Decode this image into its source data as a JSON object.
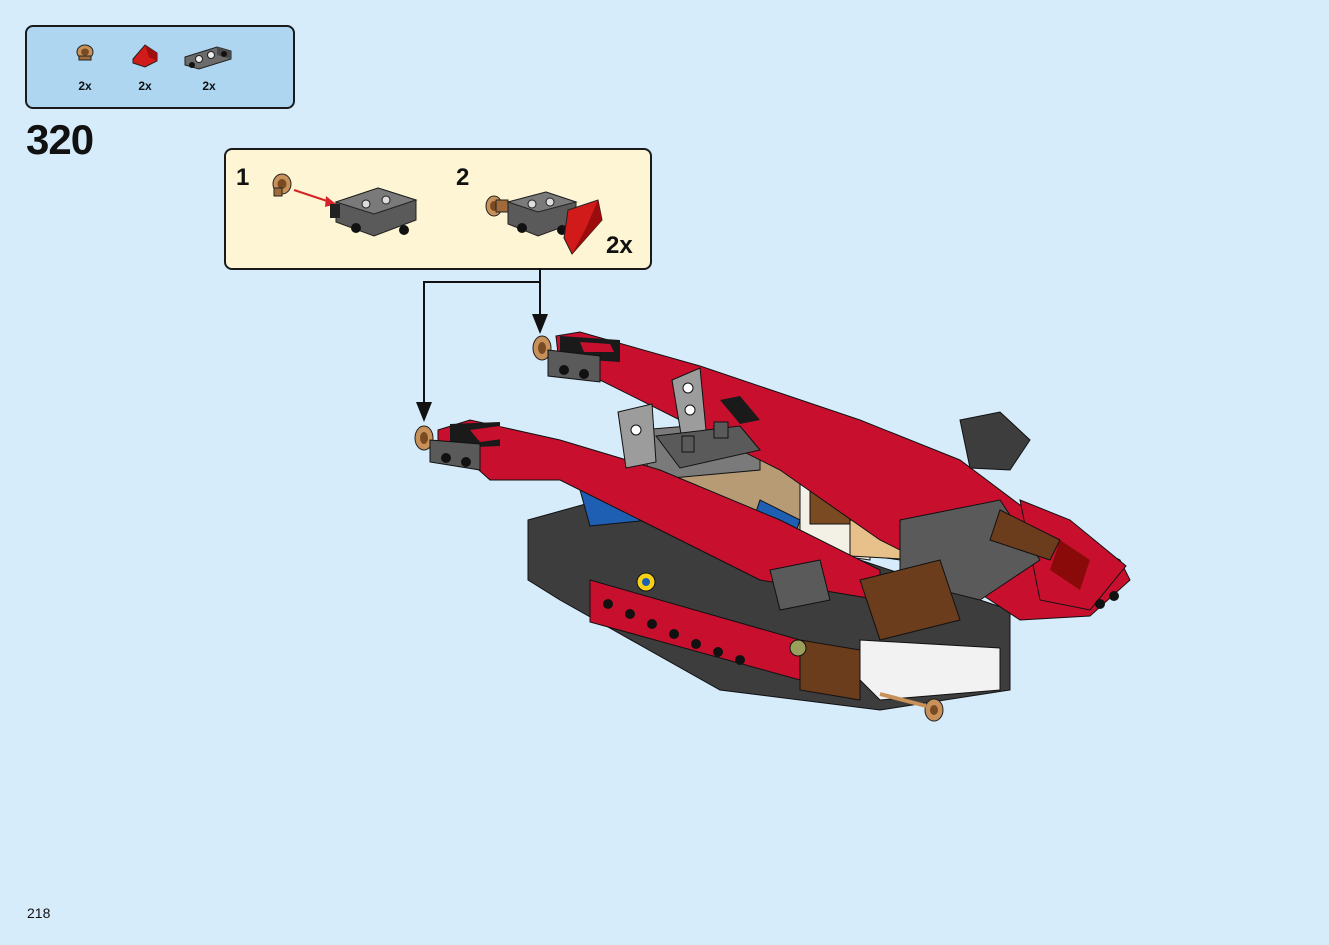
{
  "parts_list": [
    {
      "icon": "bush-part-icon",
      "qty": "2x"
    },
    {
      "icon": "red-slope-part-icon",
      "qty": "2x"
    },
    {
      "icon": "grey-connector-brick-part-icon",
      "qty": "2x"
    }
  ],
  "step": {
    "number": "320"
  },
  "substeps": [
    {
      "label": "1"
    },
    {
      "label": "2"
    }
  ],
  "submodel_multiplier": "2x",
  "page": {
    "number": "218"
  },
  "colors": {
    "background": "#d6ecfb",
    "parts_box": "#aed6f1",
    "substep_box": "#fdf5d3",
    "lego_red": "#c8102e",
    "arrow_red": "#d6232a"
  }
}
